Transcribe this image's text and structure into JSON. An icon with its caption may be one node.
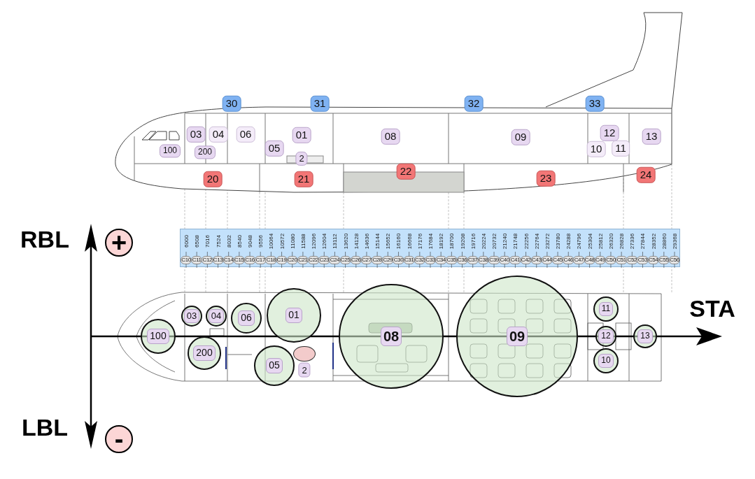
{
  "diagram": {
    "nodes": [
      {
        "text": [
          "100"
        ]
      },
      {
        "text": [
          "03"
        ]
      },
      {
        "text": [
          "04"
        ]
      },
      {
        "text": [
          "06"
        ]
      },
      {
        "text": [
          "01"
        ]
      },
      {
        "text": [
          "200"
        ]
      },
      {
        "text": [
          "05"
        ]
      },
      {
        "text": [],
        "shape": "circle",
        "beside": [
          "2"
        ]
      },
      {
        "text": [
          "08"
        ]
      },
      {
        "text": [
          "09"
        ]
      },
      {
        "text": [
          "11"
        ]
      },
      {
        "text": [
          "12"
        ]
      },
      {
        "text": [
          "10"
        ]
      },
      {
        "text": [
          "13"
        ]
      }
    ],
    "labels": [
      "30",
      "31",
      "32",
      "33",
      "03",
      "04",
      "06",
      "01",
      "08",
      "09",
      "12",
      "13",
      "100",
      "200",
      "05",
      "10",
      "11",
      "2",
      "20",
      "21",
      "22",
      "23",
      "24",
      "RBL",
      "+",
      "6000",
      "6508",
      "7016",
      "7524",
      "8032",
      "8540",
      "9048",
      "9556",
      "10064",
      "10572",
      "11080",
      "11588",
      "12096",
      "12604",
      "13112",
      "13620",
      "14128",
      "14636",
      "15144",
      "15652",
      "16160",
      "16668",
      "17176",
      "17684",
      "18192",
      "18700",
      "19208",
      "19716",
      "20224",
      "20732",
      "21240",
      "21748",
      "22256",
      "22764",
      "23272",
      "23780",
      "24288",
      "24796",
      "25304",
      "25812",
      "26320",
      "26828",
      "27336",
      "27844",
      "28352",
      "28860",
      "29368",
      "C10",
      "C11",
      "C12",
      "C13",
      "C14",
      "C15",
      "C16",
      "C17",
      "C18",
      "C19",
      "C20",
      "C21",
      "C22",
      "C23",
      "C24",
      "C25",
      "C26",
      "C27",
      "C28",
      "C29",
      "C30",
      "C31",
      "C32",
      "C33",
      "C34",
      "C35",
      "C36",
      "C37",
      "C38",
      "C39",
      "C40",
      "C41",
      "C42",
      "C43",
      "C44",
      "C45",
      "C46",
      "C47",
      "C48",
      "C49",
      "C50",
      "C51",
      "C52",
      "C53",
      "C54",
      "C55",
      "C56",
      "STA",
      "LBL",
      "-"
    ]
  }
}
